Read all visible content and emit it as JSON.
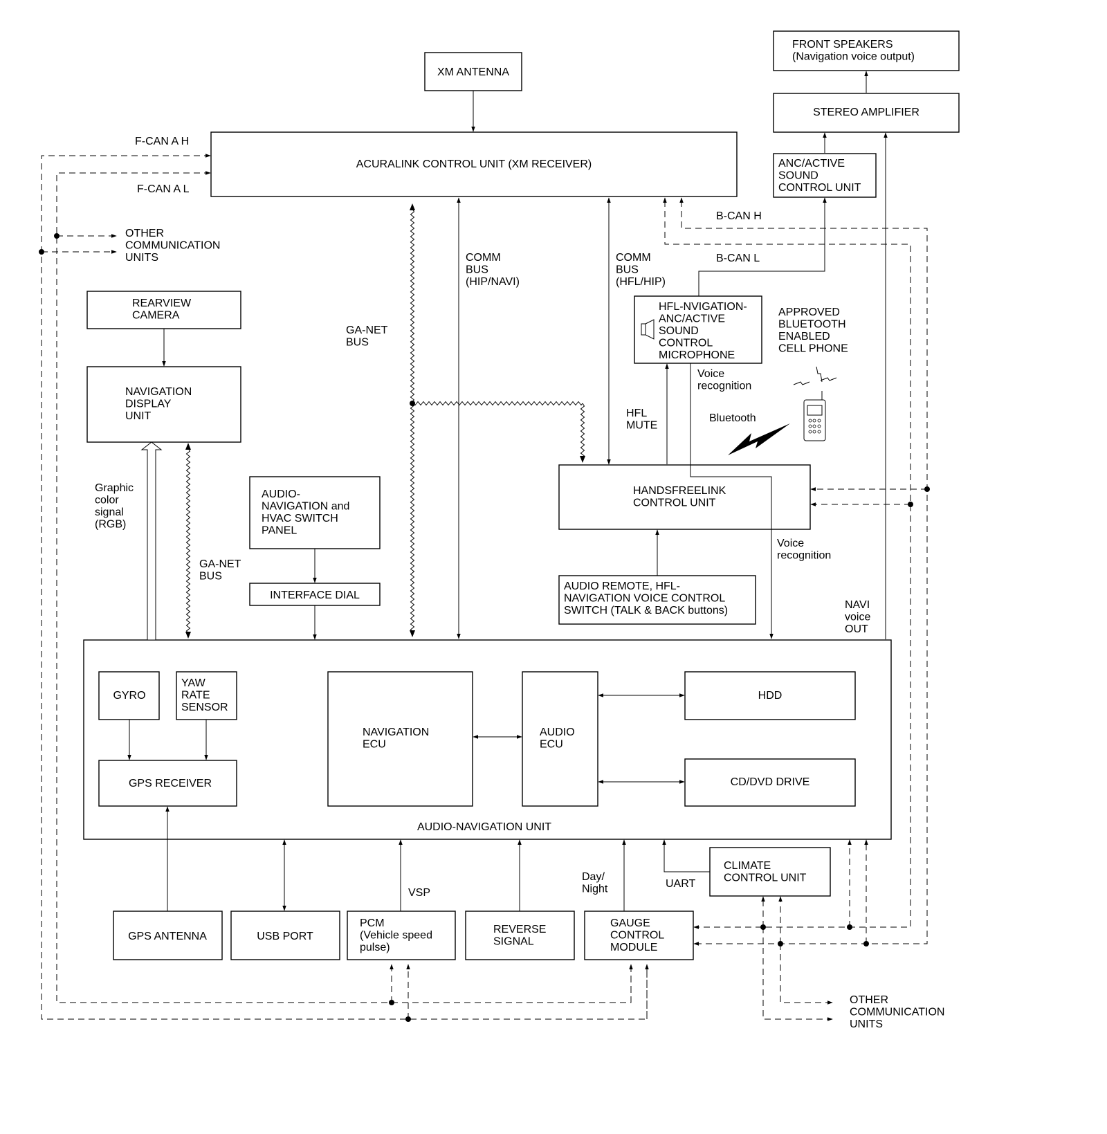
{
  "boxes": {
    "xm_antenna": [
      "XM ANTENNA"
    ],
    "front_speakers": [
      "FRONT SPEAKERS",
      "(Navigation voice output)"
    ],
    "stereo_amplifier": [
      "STEREO AMPLIFIER"
    ],
    "acuralink": [
      "ACURALINK CONTROL UNIT (XM RECEIVER)"
    ],
    "anc_control": [
      "ANC/ACTIVE",
      "SOUND",
      "CONTROL UNIT"
    ],
    "rearview_camera": [
      "REARVIEW",
      "CAMERA"
    ],
    "navigation_display": [
      "NAVIGATION",
      "DISPLAY",
      "UNIT"
    ],
    "hfl_microphone": [
      "HFL-NVIGATION-",
      "ANC/ACTIVE",
      "SOUND",
      "CONTROL",
      "MICROPHONE"
    ],
    "audio_nav_hvac_panel": [
      "AUDIO-",
      "NAVIGATION and",
      "HVAC SWITCH",
      "PANEL"
    ],
    "interface_dial": [
      "INTERFACE DIAL"
    ],
    "handsfreelink": [
      "HANDSFREELINK",
      "CONTROL UNIT"
    ],
    "audio_remote": [
      "AUDIO REMOTE, HFL-",
      "NAVIGATION VOICE CONTROL",
      "SWITCH (TALK & BACK buttons)"
    ],
    "audio_navigation_unit": [
      "AUDIO-NAVIGATION UNIT"
    ],
    "gyro": [
      "GYRO"
    ],
    "yaw_rate_sensor": [
      "YAW",
      "RATE",
      "SENSOR"
    ],
    "gps_receiver": [
      "GPS RECEIVER"
    ],
    "navigation_ecu": [
      "NAVIGATION",
      "ECU"
    ],
    "audio_ecu": [
      "AUDIO",
      "ECU"
    ],
    "hdd": [
      "HDD"
    ],
    "cd_dvd_drive": [
      "CD/DVD DRIVE"
    ],
    "climate_control": [
      "CLIMATE",
      "CONTROL UNIT"
    ],
    "gps_antenna": [
      "GPS ANTENNA"
    ],
    "usb_port": [
      "USB PORT"
    ],
    "pcm": [
      "PCM",
      "(Vehicle speed",
      "pulse)"
    ],
    "reverse_signal": [
      "REVERSE",
      "SIGNAL"
    ],
    "gauge_control": [
      "GAUGE",
      "CONTROL",
      "MODULE"
    ]
  },
  "labels": {
    "f_can_a_h": [
      "F-CAN A H"
    ],
    "f_can_a_l": [
      "F-CAN A L"
    ],
    "other_comm_top": [
      "OTHER",
      "COMMUNICATION",
      "UNITS"
    ],
    "other_comm_bottom": [
      "OTHER",
      "COMMUNICATION",
      "UNITS"
    ],
    "b_can_h": [
      "B-CAN H"
    ],
    "b_can_l": [
      "B-CAN L"
    ],
    "comm_bus_hip_navi": [
      "COMM",
      "BUS",
      "(HIP/NAVI)"
    ],
    "comm_bus_hfl_hip": [
      "COMM",
      "BUS",
      "(HFL/HIP)"
    ],
    "ga_net_bus_upper": [
      "GA-NET",
      "BUS"
    ],
    "ga_net_bus_left": [
      "GA-NET",
      "BUS"
    ],
    "approved_phone": [
      "APPROVED",
      "BLUETOOTH",
      "ENABLED",
      "CELL PHONE"
    ],
    "voice_recognition_upper": [
      "Voice",
      "recognition"
    ],
    "voice_recognition_lower": [
      "Voice",
      "recognition"
    ],
    "bluetooth": [
      "Bluetooth"
    ],
    "hfl_mute": [
      "HFL",
      "MUTE"
    ],
    "graphic_color_signal": [
      "Graphic",
      "color",
      "signal",
      "(RGB)"
    ],
    "navi_voice_out": [
      "NAVI",
      "voice",
      "OUT"
    ],
    "vsp": [
      "VSP"
    ],
    "day_night": [
      "Day/",
      "Night"
    ],
    "uart": [
      "UART"
    ]
  },
  "icons": [
    "speaker-icon",
    "cell-phone-icon",
    "bluetooth-lightning-icon",
    "antenna-signal-icon"
  ]
}
